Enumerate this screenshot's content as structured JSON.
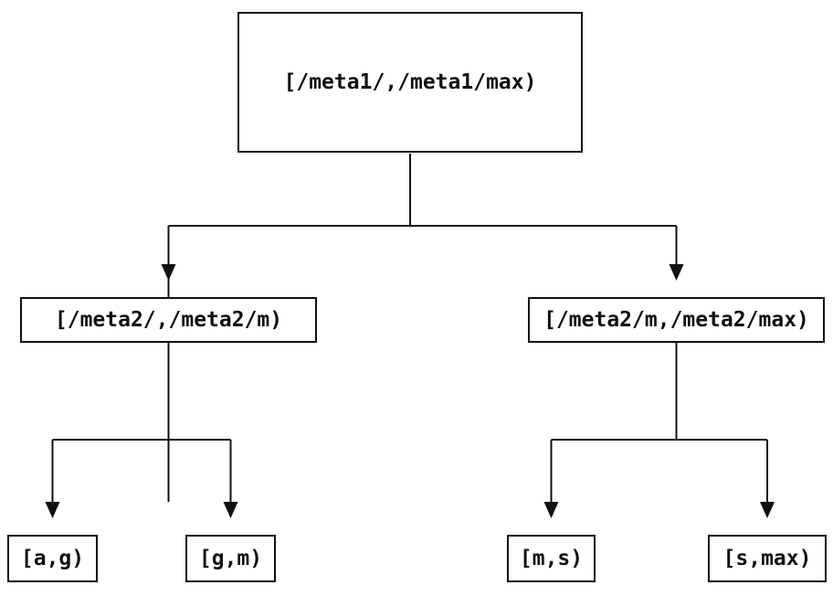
{
  "tree": {
    "root": {
      "label": "[/meta1/,/meta1/max)"
    },
    "level2": [
      {
        "label": "[/meta2/,/meta2/m)"
      },
      {
        "label": "[/meta2/m,/meta2/max)"
      }
    ],
    "leaves": [
      {
        "label": "[a,g)"
      },
      {
        "label": "[g,m)"
      },
      {
        "label": "[m,s)"
      },
      {
        "label": "[s,max)"
      }
    ]
  },
  "colors": {
    "line": "#111111",
    "text": "#111111",
    "background": "#ffffff"
  }
}
